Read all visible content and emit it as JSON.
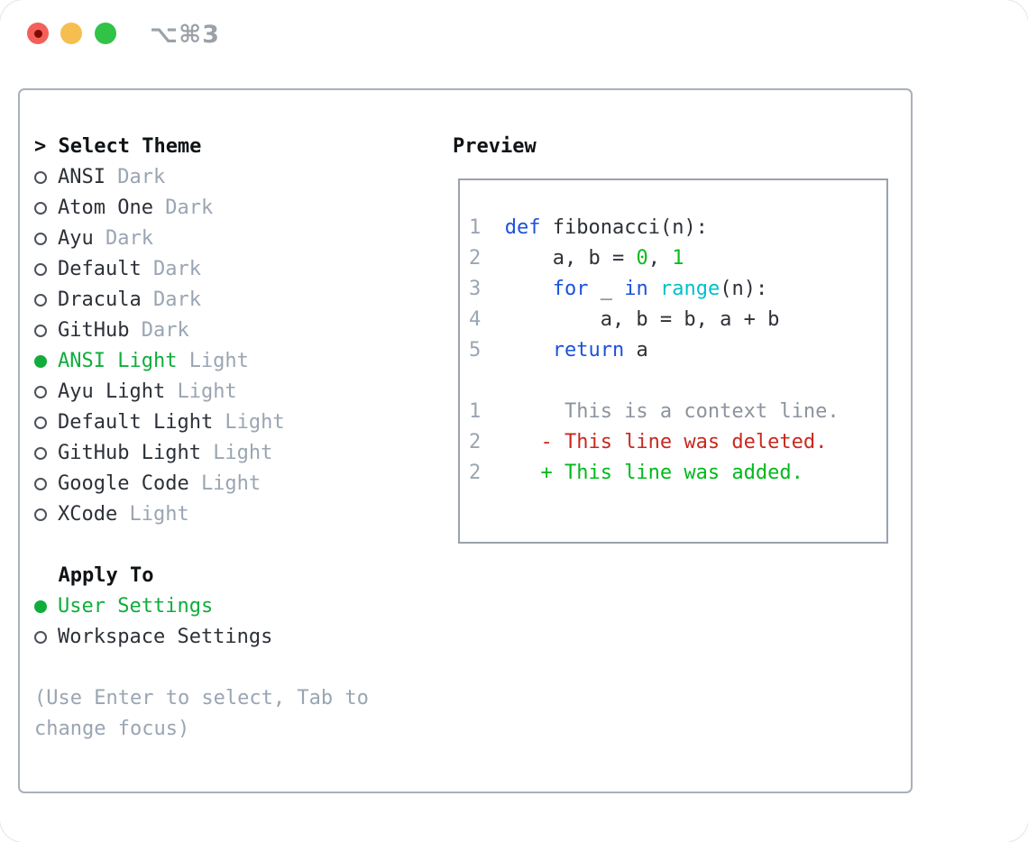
{
  "window": {
    "title": "⌥⌘3"
  },
  "theme_panel": {
    "header": {
      "prefix": ">",
      "label": "Select Theme"
    },
    "themes": [
      {
        "name": "ANSI",
        "variant": "Dark",
        "selected": false
      },
      {
        "name": "Atom One",
        "variant": "Dark",
        "selected": false
      },
      {
        "name": "Ayu",
        "variant": "Dark",
        "selected": false
      },
      {
        "name": "Default",
        "variant": "Dark",
        "selected": false
      },
      {
        "name": "Dracula",
        "variant": "Dark",
        "selected": false
      },
      {
        "name": "GitHub",
        "variant": "Dark",
        "selected": false
      },
      {
        "name": "ANSI Light",
        "variant": "Light",
        "selected": true
      },
      {
        "name": "Ayu Light",
        "variant": "Light",
        "selected": false
      },
      {
        "name": "Default Light",
        "variant": "Light",
        "selected": false
      },
      {
        "name": "GitHub Light",
        "variant": "Light",
        "selected": false
      },
      {
        "name": "Google Code",
        "variant": "Light",
        "selected": false
      },
      {
        "name": "XCode",
        "variant": "Light",
        "selected": false
      }
    ],
    "apply_to": {
      "label": "Apply To",
      "options": [
        {
          "name": "User Settings",
          "selected": true
        },
        {
          "name": "Workspace Settings",
          "selected": false
        }
      ]
    },
    "help_lines": [
      "(Use Enter to select, Tab to",
      "change focus)"
    ]
  },
  "preview_panel": {
    "header": "Preview",
    "code_lines": [
      {
        "num": "1",
        "segments": [
          {
            "t": "  ",
            "c": "text_dark"
          },
          {
            "t": "def",
            "c": "keyword_blue"
          },
          {
            "t": " fibonacci(n):",
            "c": "text_dark"
          }
        ]
      },
      {
        "num": "2",
        "segments": [
          {
            "t": "      a, b = ",
            "c": "text_dark"
          },
          {
            "t": "0",
            "c": "number_green"
          },
          {
            "t": ", ",
            "c": "text_dark"
          },
          {
            "t": "1",
            "c": "number_green"
          }
        ]
      },
      {
        "num": "3",
        "segments": [
          {
            "t": "      ",
            "c": "text_dark"
          },
          {
            "t": "for",
            "c": "keyword_blue"
          },
          {
            "t": " _ ",
            "c": "text_dark"
          },
          {
            "t": "in",
            "c": "keyword_blue"
          },
          {
            "t": " ",
            "c": "text_dark"
          },
          {
            "t": "range",
            "c": "builtin_cyan"
          },
          {
            "t": "(n):",
            "c": "text_dark"
          }
        ]
      },
      {
        "num": "4",
        "segments": [
          {
            "t": "          a, b = b, a + b",
            "c": "text_dark"
          }
        ]
      },
      {
        "num": "5",
        "segments": [
          {
            "t": "      ",
            "c": "text_dark"
          },
          {
            "t": "return",
            "c": "keyword_blue"
          },
          {
            "t": " a",
            "c": "text_dark"
          }
        ]
      }
    ],
    "diff_lines": [
      {
        "num": "1",
        "segments": [
          {
            "t": "       This is a context line.",
            "c": "context_gray"
          }
        ]
      },
      {
        "num": "2",
        "segments": [
          {
            "t": "     - This line was deleted.",
            "c": "deleted_red"
          }
        ]
      },
      {
        "num": "2",
        "segments": [
          {
            "t": "     + This line was added.",
            "c": "added_green"
          }
        ]
      }
    ]
  },
  "colors": {
    "accent_green": "#10ad3c",
    "keyword_blue": "#1b52dc",
    "builtin_cyan": "#00c0cb",
    "number_green": "#0abb1e",
    "added_green": "#00b91b",
    "deleted_red": "#c9281e",
    "context_gray": "#8b939e",
    "muted_gray": "#9aa5b3",
    "text_dark": "#2c3138",
    "heading": "#0f1316",
    "panel_border": "#a9b0ba",
    "box_border": "#9aa2ad",
    "radio_ring": "#4c525a",
    "traffic_red": "#f46059",
    "traffic_red_dot": "#7e0b06",
    "traffic_yellow": "#f6be4f",
    "traffic_green": "#31c248",
    "title_gray": "#9aa1a8"
  }
}
